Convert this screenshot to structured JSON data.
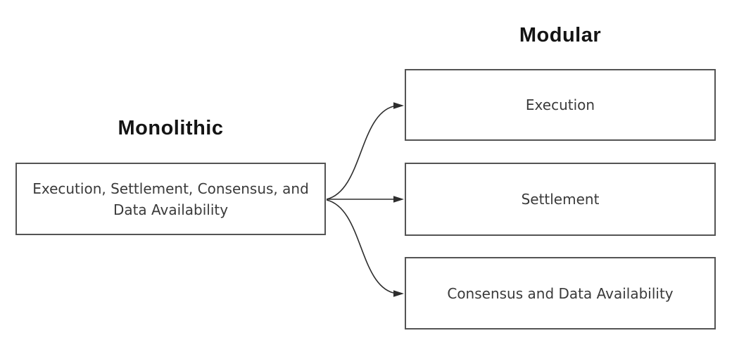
{
  "diagram": {
    "monolithic": {
      "title": "Monolithic",
      "box": {
        "label": "Execution, Settlement, Consensus, and Data Availability",
        "lines": [
          "Execution, Settlement, Consensus, and",
          "Data Availability"
        ]
      }
    },
    "modular": {
      "title": "Modular",
      "boxes": [
        {
          "label": "Execution"
        },
        {
          "label": "Settlement"
        },
        {
          "label": "Consensus and Data Availability"
        }
      ]
    },
    "edges": [
      {
        "from": "Execution, Settlement, Consensus, and Data Availability",
        "to": "Execution"
      },
      {
        "from": "Execution, Settlement, Consensus, and Data Availability",
        "to": "Settlement"
      },
      {
        "from": "Execution, Settlement, Consensus, and Data Availability",
        "to": "Consensus and Data Availability"
      }
    ],
    "colors": {
      "background": "#ffffff",
      "box_border": "#545454",
      "box_text": "#3a3a3a",
      "title_text": "#141414",
      "arrow": "#2e2e2e"
    }
  }
}
